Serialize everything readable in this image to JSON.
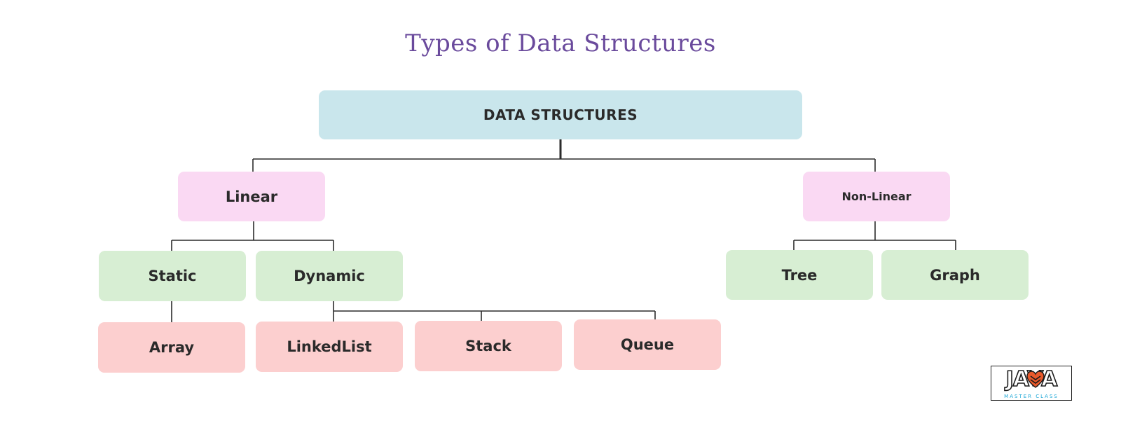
{
  "title": "Types of Data Structures",
  "nodes": {
    "root": "DATA STRUCTURES",
    "linear": "Linear",
    "non_linear": "Non-Linear",
    "static": "Static",
    "dynamic": "Dynamic",
    "tree": "Tree",
    "graph": "Graph",
    "array": "Array",
    "linkedlist": "LinkedList",
    "stack": "Stack",
    "queue": "Queue"
  },
  "edges": [
    [
      "DATA STRUCTURES",
      "Linear"
    ],
    [
      "DATA STRUCTURES",
      "Non-Linear"
    ],
    [
      "Linear",
      "Static"
    ],
    [
      "Linear",
      "Dynamic"
    ],
    [
      "Non-Linear",
      "Tree"
    ],
    [
      "Non-Linear",
      "Graph"
    ],
    [
      "Static",
      "Array"
    ],
    [
      "Dynamic",
      "LinkedList"
    ],
    [
      "Dynamic",
      "Stack"
    ],
    [
      "Dynamic",
      "Queue"
    ]
  ],
  "logo": {
    "wordmark": "JAVA",
    "subtitle": "MASTER CLASS",
    "icon": "heart-chevron-icon"
  },
  "colors": {
    "title": "#6a4a9c",
    "root_fill": "#c9e6ec",
    "category_fill": "#fad9f3",
    "subcategory_fill": "#d7eed3",
    "leaf_fill": "#fccfcf",
    "logo_accent": "#e8592b",
    "logo_subtitle": "#1aa6d6"
  }
}
